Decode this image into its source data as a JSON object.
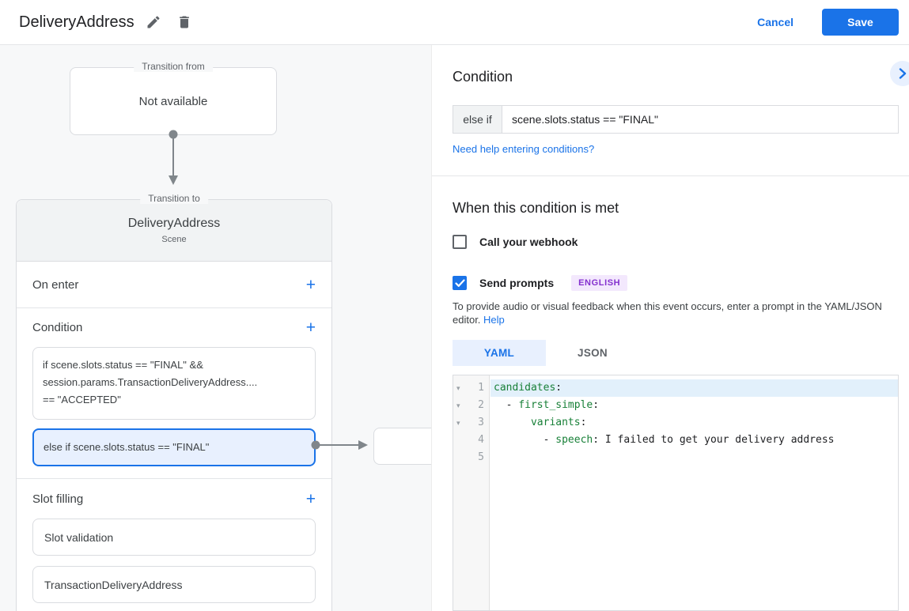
{
  "colors": {
    "accent": "#1a73e8",
    "selection_bg": "#e8f0fe",
    "key_green": "#188038",
    "badge_bg": "#f3e8fd",
    "badge_text": "#8430ce"
  },
  "icons": {
    "add": "+",
    "fold": "▾"
  },
  "header": {
    "title": "DeliveryAddress",
    "cancel_label": "Cancel",
    "save_label": "Save"
  },
  "flow": {
    "transition_from": {
      "label": "Transition from",
      "value": "Not available"
    },
    "transition_to": {
      "label": "Transition to",
      "scene_name": "DeliveryAddress",
      "scene_type": "Scene"
    },
    "on_enter_label": "On enter",
    "condition_label": "Condition",
    "slot_filling_label": "Slot filling",
    "conditions": [
      {
        "lines": [
          "if scene.slots.status == \"FINAL\" &&",
          "session.params.TransactionDeliveryAddress....",
          "== \"ACCEPTED\""
        ],
        "selected": false
      },
      {
        "lines": [
          "else if scene.slots.status == \"FINAL\""
        ],
        "selected": true
      }
    ],
    "slots": [
      "Slot validation",
      "TransactionDeliveryAddress"
    ]
  },
  "panel": {
    "title": "Condition",
    "condition_prefix": "else if",
    "condition_value": "scene.slots.status == \"FINAL\"",
    "help_link": "Need help entering conditions?",
    "when_met_title": "When this condition is met",
    "webhook_label": "Call your webhook",
    "webhook_checked": false,
    "prompts_label": "Send prompts",
    "prompts_checked": true,
    "language_badge": "ENGLISH",
    "hint_text": "To provide audio or visual feedback when this event occurs, enter a prompt in the YAML/JSON editor.",
    "hint_help_label": "Help",
    "tabs": [
      {
        "label": "YAML",
        "active": true
      },
      {
        "label": "JSON",
        "active": false
      }
    ],
    "code": {
      "lines": [
        {
          "number": "1",
          "indent": "",
          "bullet": "",
          "key": "candidates",
          "suffix": ":",
          "value": ""
        },
        {
          "number": "2",
          "indent": "  ",
          "bullet": "- ",
          "key": "first_simple",
          "suffix": ":",
          "value": ""
        },
        {
          "number": "3",
          "indent": "      ",
          "bullet": "",
          "key": "variants",
          "suffix": ":",
          "value": ""
        },
        {
          "number": "4",
          "indent": "        ",
          "bullet": "- ",
          "key": "speech",
          "suffix": ":",
          "value": " I failed to get your delivery address"
        },
        {
          "number": "5",
          "indent": "",
          "bullet": "",
          "key": "",
          "suffix": "",
          "value": ""
        }
      ]
    }
  }
}
